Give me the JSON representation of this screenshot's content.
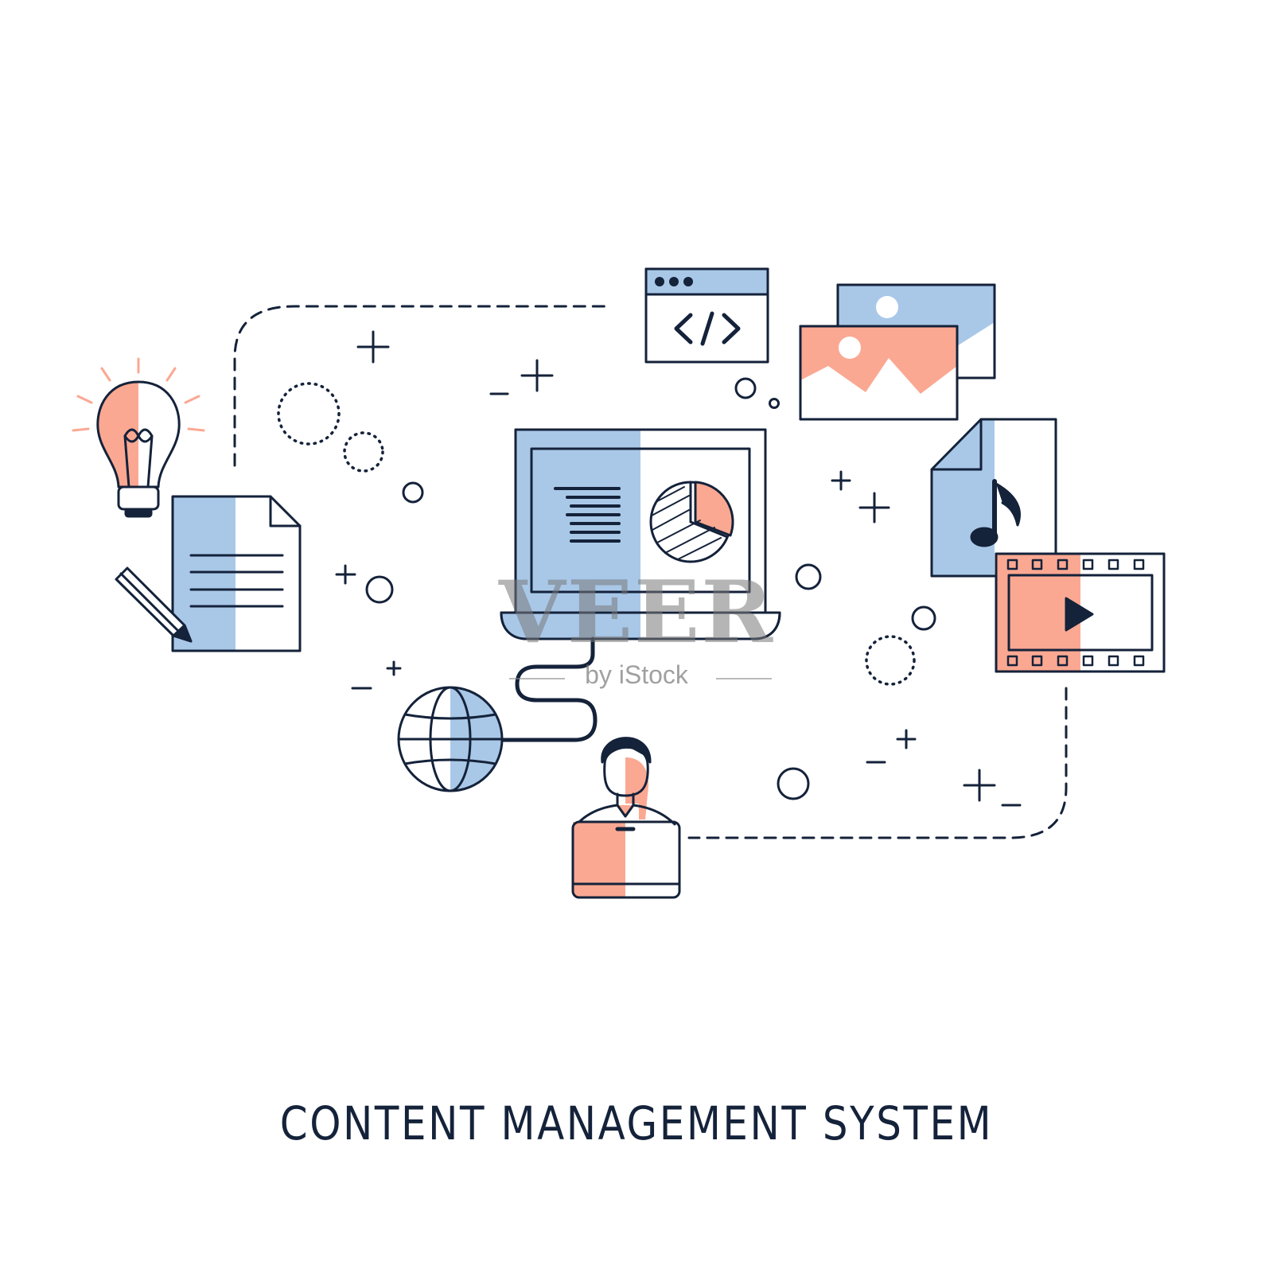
{
  "title": "CONTENT MANAGEMENT SYSTEM",
  "watermark": {
    "brand": "VEER",
    "sub": "by iStock"
  },
  "colors": {
    "ink": "#14223a",
    "blue": "#a9c8e8",
    "salmon": "#fba892",
    "white": "#ffffff"
  },
  "icons": [
    "lightbulb-icon",
    "document-icon",
    "pencil-icon",
    "code-window-icon",
    "image-gallery-icon",
    "laptop-icon",
    "pie-chart-icon",
    "music-file-icon",
    "video-film-icon",
    "globe-icon",
    "person-icon"
  ]
}
